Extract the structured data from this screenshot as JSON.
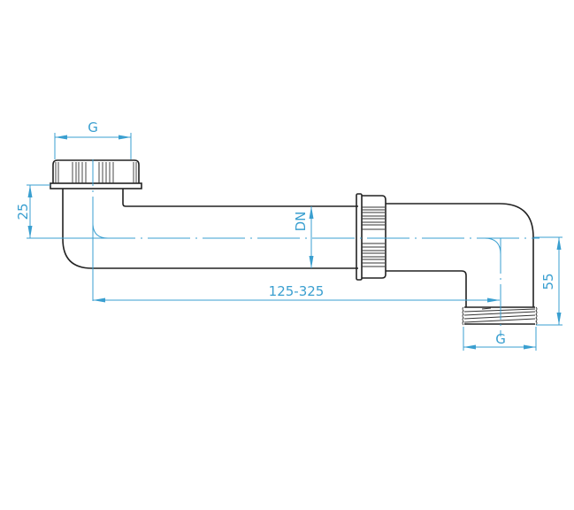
{
  "drawing": {
    "type": "technical-drawing",
    "subject": "pipe extension with union nuts",
    "colors": {
      "outline": "#222222",
      "dimension": "#3a9fd0"
    },
    "dimensions": {
      "top_thread": "G",
      "bottom_thread": "G",
      "left_height": "25",
      "right_height": "55",
      "length": "125-325",
      "diameter": "DN"
    }
  }
}
